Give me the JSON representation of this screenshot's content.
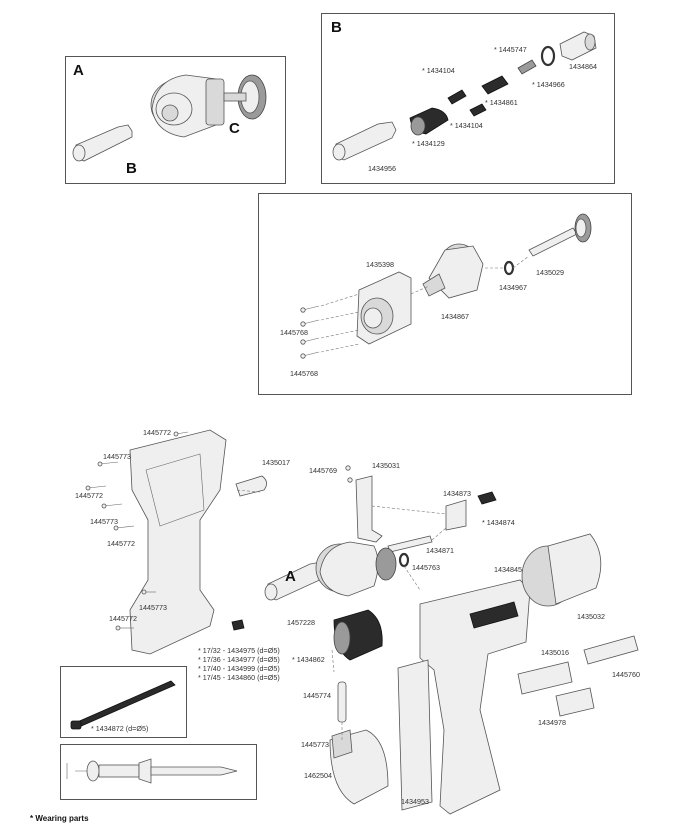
{
  "panel_a": {
    "letter": "A",
    "label_b": "B",
    "label_c": "C"
  },
  "panel_b": {
    "letter": "B",
    "parts": [
      "* 1445747",
      "1434864",
      "* 1434104",
      "* 1434966",
      "* 1434861",
      "* 1434104",
      "* 1434129",
      "1434956"
    ]
  },
  "panel_c": {
    "parts": [
      "1435398",
      "1435029",
      "1445768",
      "1434967",
      "1434867",
      "1445768"
    ]
  },
  "main": {
    "label_a": "A",
    "parts": [
      "1445772",
      "1445773",
      "1445772",
      "1445773",
      "1445772",
      "1435017",
      "1445769",
      "1435031",
      "1434873",
      "* 1434874",
      "1434871",
      "1445763",
      "1434845",
      "1445773",
      "1445772",
      "1457228",
      "1435032",
      "1435016",
      "* 1434862",
      "1445760",
      "1445774",
      "1434978",
      "1445773",
      "1462504",
      "1434953"
    ],
    "size_notes": [
      "* 17/32 - 1434975 (d=Ø5)",
      "* 17/36 - 1434977 (d=Ø5)",
      "* 17/40 - 1434999 (d=Ø5)",
      "* 17/45 - 1434860 (d=Ø5)"
    ],
    "inset_part": "* 1434872 (d=Ø5)"
  },
  "legend": "* Wearing parts"
}
